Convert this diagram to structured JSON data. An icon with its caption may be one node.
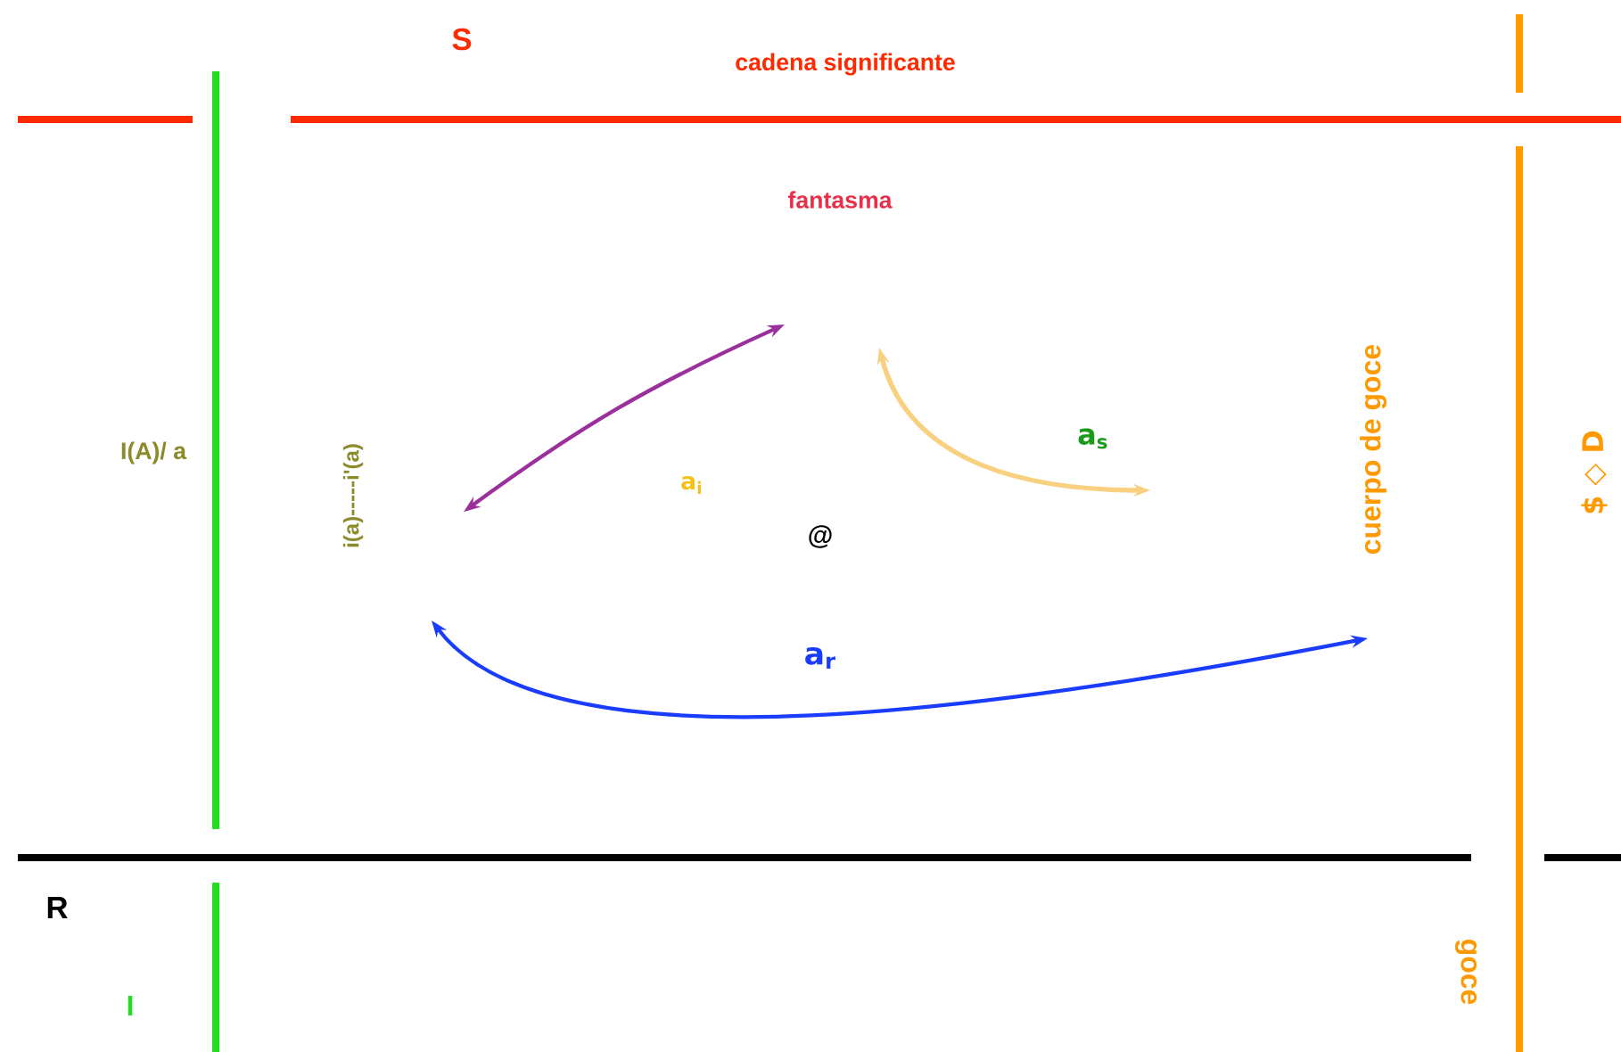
{
  "diagram": {
    "labels": [
      "S",
      "cadena significante",
      "fantasma",
      "cuerpo de goce",
      "I(A)/ a",
      "i(a)-----i'(a)",
      "a$_{s}$",
      "$ ◇ D",
      "a$_{i}$",
      "@",
      "a$_{r}$",
      "R",
      "goce",
      "I"
    ]
  }
}
